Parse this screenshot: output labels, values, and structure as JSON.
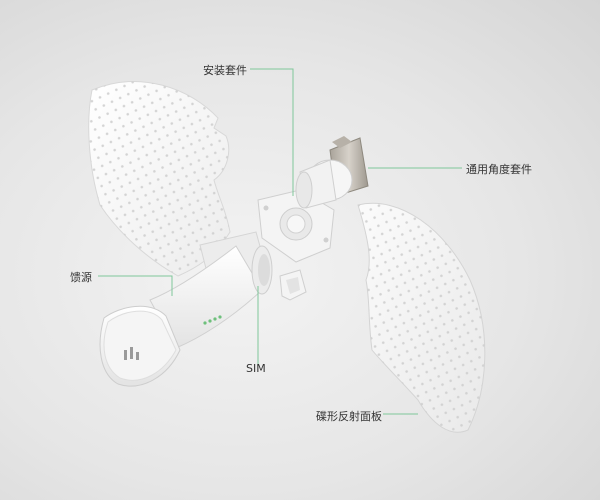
{
  "labels": {
    "mount_kit": "安装套件",
    "tilt_kit": "通用角度套件",
    "feed": "馈源",
    "sim": "SIM",
    "reflector": "碟形反射面板"
  },
  "colors": {
    "leader_line": "#7fc79a",
    "device_white": "#f7f7f7",
    "shadow_gray": "#cfcfcf",
    "hole_gray": "#d2d2d2",
    "led_green": "#6ec07c"
  }
}
